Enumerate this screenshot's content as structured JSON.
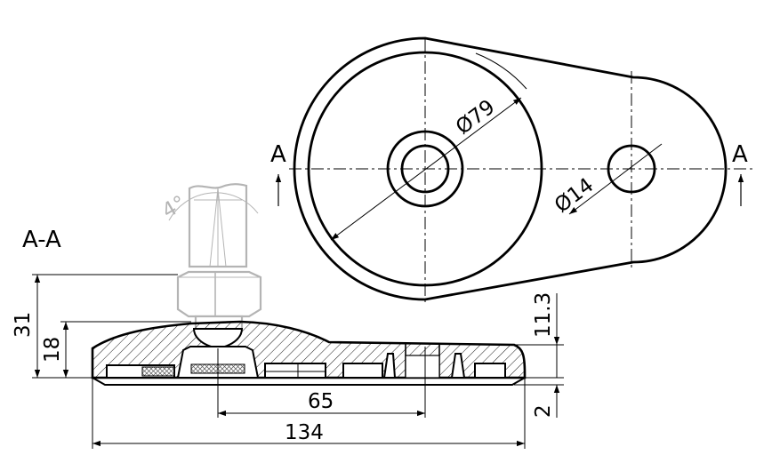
{
  "section_label": "A-A",
  "cut_marker_left": "A",
  "cut_marker_right": "A",
  "dim_diameter_large": "Ø79",
  "dim_diameter_small": "Ø14",
  "dim_angle": "4°",
  "dim_total_height": "31",
  "dim_base_height": "18",
  "dim_right_height": "11.3",
  "dim_bottom_gap": "2",
  "dim_hole_spacing": "65",
  "dim_total_length": "134",
  "colors": {
    "line": "#000000",
    "ghost": "#b4b4b4",
    "hatch": "#000000"
  }
}
